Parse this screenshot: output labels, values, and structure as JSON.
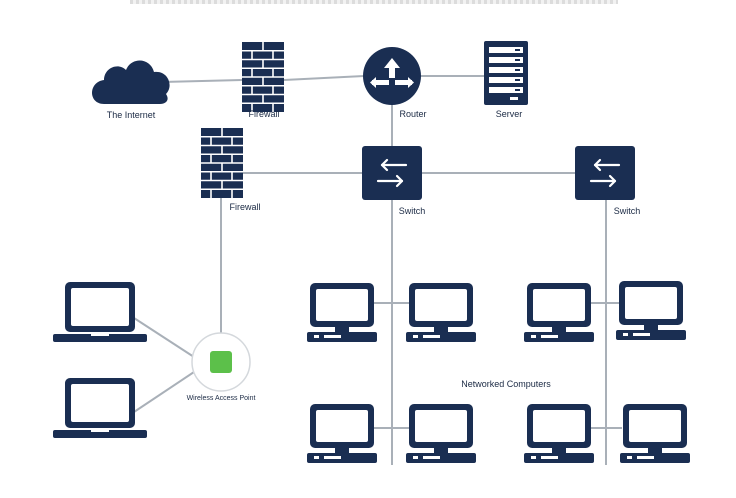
{
  "colors": {
    "navy": "#1a2e52",
    "line": "#a9b0b8",
    "ap_green": "#5cc04a",
    "ap_body": "#ffffff",
    "label": "#1b2a44"
  },
  "nodes": {
    "internet": {
      "label": "The Internet",
      "icon": "cloud-icon"
    },
    "firewall_top": {
      "label": "Firewall",
      "icon": "firewall-brick-icon"
    },
    "router": {
      "label": "Router",
      "icon": "router-icon"
    },
    "server": {
      "label": "Server",
      "icon": "server-rack-icon"
    },
    "firewall_mid": {
      "label": "Firewall",
      "icon": "firewall-brick-icon"
    },
    "switch_left": {
      "label": "Switch",
      "icon": "switch-icon"
    },
    "switch_right": {
      "label": "Switch",
      "icon": "switch-icon"
    },
    "wap": {
      "label": "Wireless Access Point",
      "icon": "wireless-access-point-icon"
    },
    "networked_computers": {
      "label": "Networked Computers"
    }
  },
  "laptops": [
    {
      "icon": "laptop-icon"
    },
    {
      "icon": "laptop-icon"
    }
  ],
  "computers": [
    {
      "icon": "desktop-computer-icon"
    },
    {
      "icon": "desktop-computer-icon"
    },
    {
      "icon": "desktop-computer-icon"
    },
    {
      "icon": "desktop-computer-icon"
    },
    {
      "icon": "desktop-computer-icon"
    },
    {
      "icon": "desktop-computer-icon"
    },
    {
      "icon": "desktop-computer-icon"
    },
    {
      "icon": "desktop-computer-icon"
    }
  ]
}
